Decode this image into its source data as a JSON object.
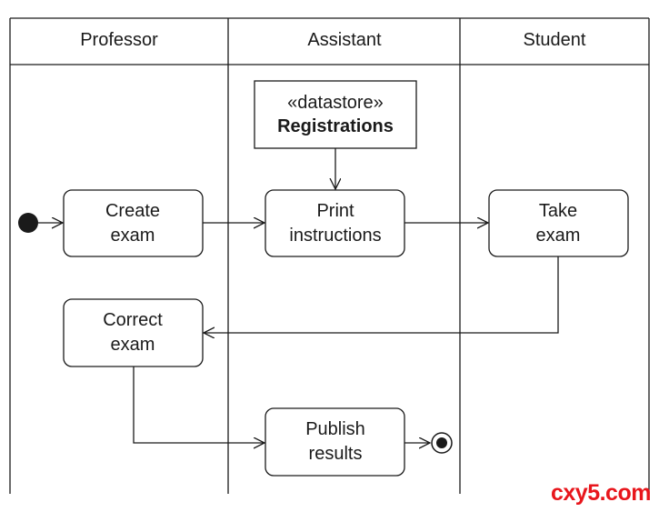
{
  "lanes": {
    "professor": "Professor",
    "assistant": "Assistant",
    "student": "Student"
  },
  "nodes": {
    "datastore": {
      "stereotype": "«datastore»",
      "name": "Registrations"
    },
    "create_exam": [
      "Create",
      "exam"
    ],
    "print_instructions": [
      "Print",
      "instructions"
    ],
    "take_exam": [
      "Take",
      "exam"
    ],
    "correct_exam": [
      "Correct",
      "exam"
    ],
    "publish_results": [
      "Publish",
      "results"
    ]
  },
  "watermark": "cxy5.com",
  "colors": {
    "line": "#1a1a1a",
    "watermark": "#e8161c"
  }
}
